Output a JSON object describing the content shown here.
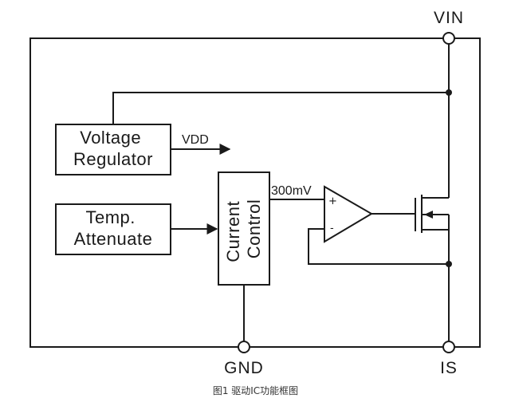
{
  "pins": {
    "vin": "VIN",
    "gnd": "GND",
    "is": "IS"
  },
  "blocks": {
    "voltage_regulator": [
      "Voltage",
      "Regulator"
    ],
    "temp_attenuate": [
      "Temp.",
      "Attenuate"
    ],
    "current_control": [
      "Current",
      "Control"
    ]
  },
  "signals": {
    "vdd": "VDD",
    "reference": "300mV",
    "plus": "+",
    "minus": "-"
  },
  "caption": "图1 驱动IC功能框图"
}
